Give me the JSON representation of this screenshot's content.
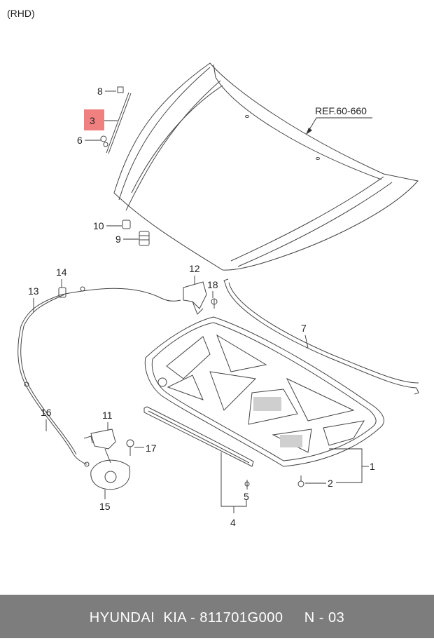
{
  "note": "(RHD)",
  "ref_label": "REF.60-660",
  "highlight_color": "#f08080",
  "footer": {
    "brand": "HYUNDAI  KIA - 811701G000",
    "page": "N - 03"
  },
  "callouts": [
    "1",
    "2",
    "3",
    "4",
    "5",
    "6",
    "7",
    "8",
    "9",
    "10",
    "11",
    "12",
    "13",
    "14",
    "15",
    "16",
    "17",
    "18"
  ]
}
